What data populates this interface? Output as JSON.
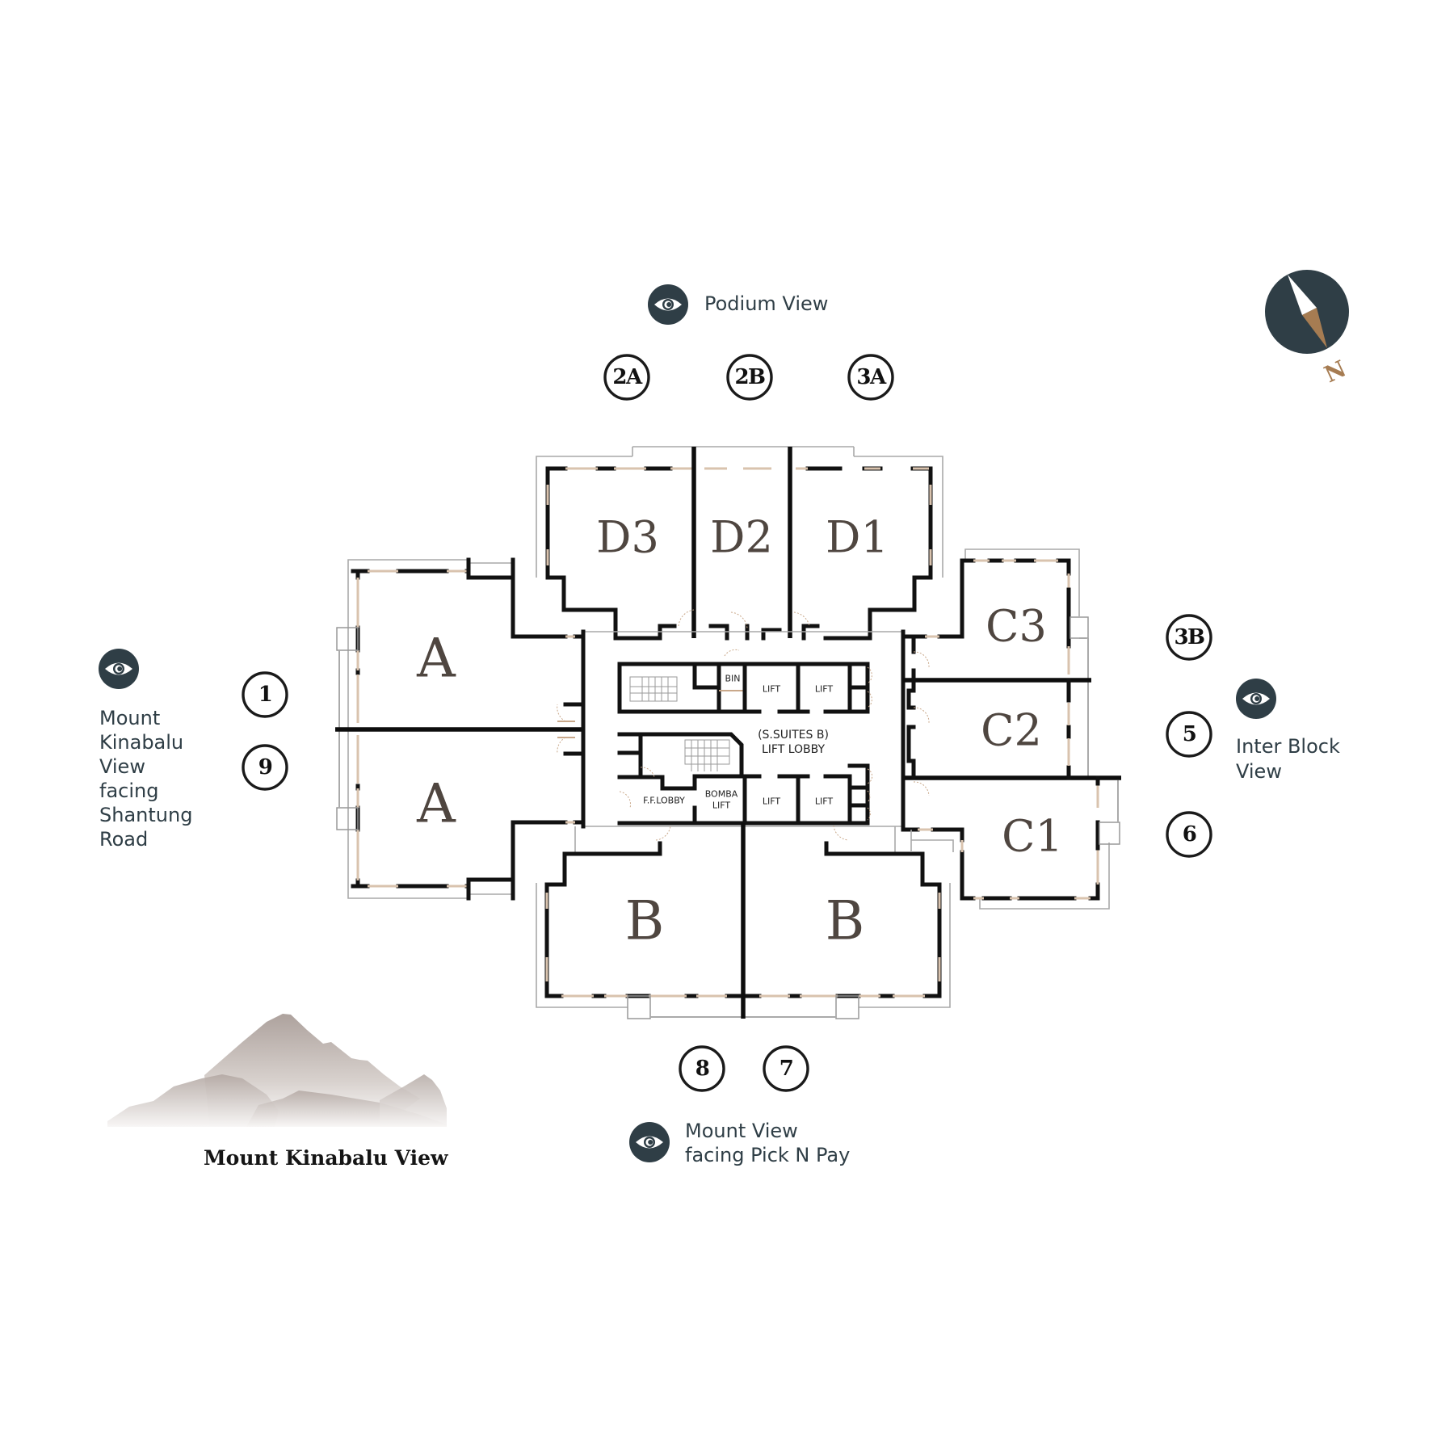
{
  "views": {
    "podium": {
      "label": "Podium View",
      "icon": "eye-icon"
    },
    "west": {
      "lines": [
        "Mount",
        "Kinabalu",
        "View",
        "facing",
        "Shantung",
        "Road"
      ],
      "icon": "eye-icon"
    },
    "east": {
      "lines": [
        "Inter Block",
        "View"
      ],
      "icon": "eye-icon"
    },
    "south": {
      "lines": [
        "Mount View",
        "facing Pick N Pay"
      ],
      "icon": "eye-icon"
    }
  },
  "markers": {
    "m2A": "2A",
    "m2B": "2B",
    "m3A": "3A",
    "m3B": "3B",
    "m1": "1",
    "m9": "9",
    "m5": "5",
    "m6": "6",
    "m8": "8",
    "m7": "7"
  },
  "units": {
    "D3": "D3",
    "D2": "D2",
    "D1": "D1",
    "A_top": "A",
    "A_bottom": "A",
    "C3": "C3",
    "C2": "C2",
    "C1": "C1",
    "B_left": "B",
    "B_right": "B"
  },
  "core": {
    "bin": "BIN",
    "lift": "LIFT",
    "lobby_line1": "(S.SUITES B)",
    "lobby_line2": "LIFT LOBBY",
    "ff_lobby": "F.F.LOBBY",
    "bomba_line1": "BOMBA",
    "bomba_line2": "LIFT"
  },
  "compass": {
    "label": "N",
    "colors": {
      "dial": "#2f3e46",
      "needle_north": "#a67c52",
      "needle_south": "#ffffff"
    }
  },
  "legend": {
    "caption": "Mount Kinabalu View"
  },
  "colors": {
    "accent": "#2f3e46",
    "unit_label": "#4f4640",
    "window": "#d9c3ae"
  }
}
